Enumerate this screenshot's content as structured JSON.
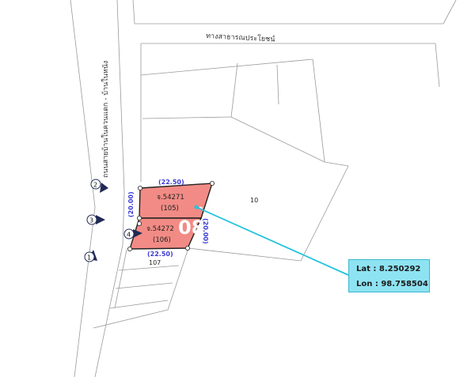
{
  "map": {
    "road_main_label": "ถนนสายบ้านในควนแดก - บ้านในหนัง",
    "road_top_label": "ทางสาธารณประโยชน์",
    "parcel_number_near": "10",
    "parcel_number_lower": "107",
    "parcels": [
      {
        "deed": "จ.54271",
        "page": "(105)"
      },
      {
        "deed": "จ.54272",
        "page": "(106)"
      }
    ],
    "dimensions": {
      "top": "(22.50)",
      "bottom": "(22.50)",
      "left": "(20.00)",
      "right": "(20.00)"
    },
    "watermark_text": "08",
    "markers": [
      "1",
      "2",
      "3",
      "4"
    ],
    "colors": {
      "parcel_fill": "#f28b85",
      "parcel_stroke": "#222222",
      "dimension_text": "#3a3ad6",
      "pointer_line": "#22c3dd",
      "coord_box": "#8ee3f2"
    }
  },
  "coordinates": {
    "lat_label": "Lat :",
    "lat_value": "8.250292",
    "lon_label": "Lon :",
    "lon_value": "98.758504"
  }
}
